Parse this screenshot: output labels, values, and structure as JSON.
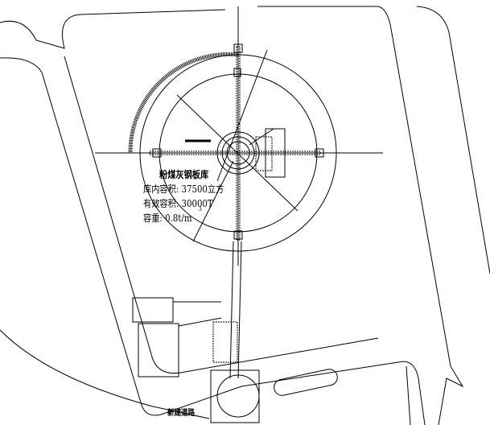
{
  "drawing": {
    "silo_title": "粉煤灰钢板库",
    "volume_label": "库内容积: 37500立方",
    "effective_label": "有效容积: 30000T",
    "density_label": "容重: 0.8t/m",
    "density_superscript": "3",
    "road_label": "新建道路"
  },
  "colors": {
    "line": "#000000",
    "background": "#ffffff"
  }
}
